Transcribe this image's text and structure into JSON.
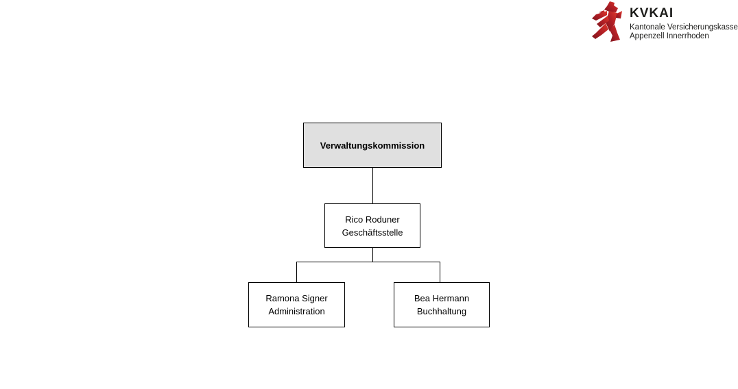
{
  "page": {
    "background_color": "#ffffff"
  },
  "logo": {
    "brand": "KVKAI",
    "tagline_line1": "Kantonale Versicherungskasse",
    "tagline_line2": "Appenzell Innerrhoden",
    "text_color": "#1d1d1b",
    "bear_icon": "appenzell-rampant-bear",
    "bear_color_light": "#e0392c",
    "bear_color_dark": "#7f161d"
  },
  "org_chart": {
    "box_border_color": "#000000",
    "root_fill_color": "#e0e0e0",
    "child_fill_color": "#ffffff",
    "connector_color": "#000000",
    "nodes": [
      {
        "id": "verwaltungskommission",
        "lines": [
          "Verwaltungskommission"
        ],
        "children": [
          "geschaeftsstelle"
        ]
      },
      {
        "id": "geschaeftsstelle",
        "lines": [
          "Rico Roduner",
          "Geschäftsstelle"
        ],
        "children": [
          "administration",
          "buchhaltung"
        ]
      },
      {
        "id": "administration",
        "lines": [
          "Ramona Signer",
          "Administration"
        ],
        "children": []
      },
      {
        "id": "buchhaltung",
        "lines": [
          "Bea Hermann",
          "Buchhaltung"
        ],
        "children": []
      }
    ]
  }
}
